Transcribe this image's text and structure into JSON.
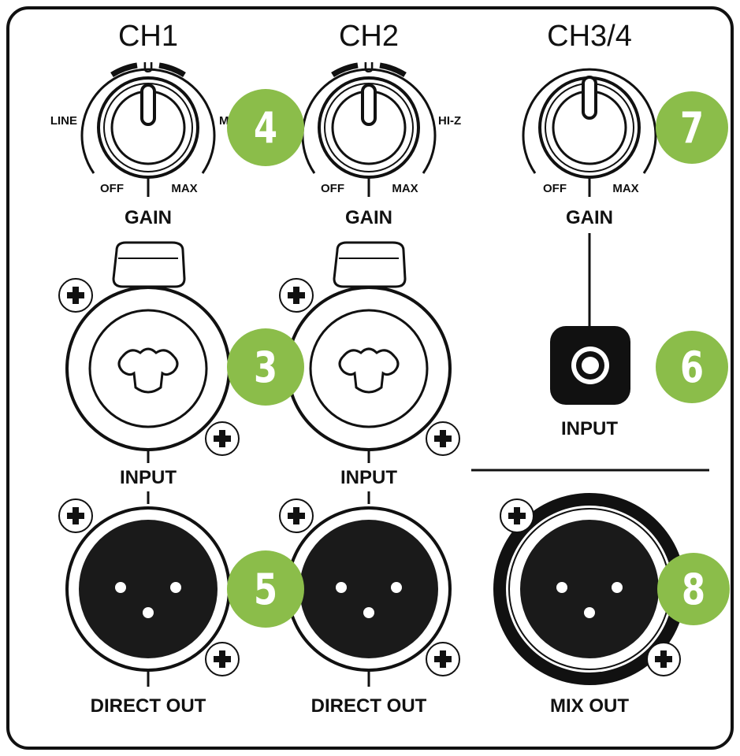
{
  "channels": {
    "ch1": {
      "title": "CH1",
      "knob_left_label": "LINE",
      "knob_right_label": "MIC",
      "knob_top_label": "U",
      "knob_min_label": "OFF",
      "knob_max_label": "MAX",
      "gain_label": "GAIN",
      "input_label": "INPUT",
      "output_label": "DIRECT OUT"
    },
    "ch2": {
      "title": "CH2",
      "knob_right_label": "HI-Z",
      "knob_top_label": "U",
      "knob_min_label": "OFF",
      "knob_max_label": "MAX",
      "gain_label": "GAIN",
      "input_label": "INPUT",
      "output_label": "DIRECT OUT"
    },
    "ch34": {
      "title": "CH3/4",
      "knob_min_label": "OFF",
      "knob_max_label": "MAX",
      "gain_label": "GAIN",
      "input_label": "INPUT",
      "output_label": "MIX OUT"
    }
  },
  "callouts": {
    "c3": "3",
    "c4": "4",
    "c5": "5",
    "c6": "6",
    "c7": "7",
    "c8": "8"
  },
  "colors": {
    "callout_fill": "#8bbd4a",
    "ink": "#111111",
    "panel_bg": "#ffffff"
  }
}
